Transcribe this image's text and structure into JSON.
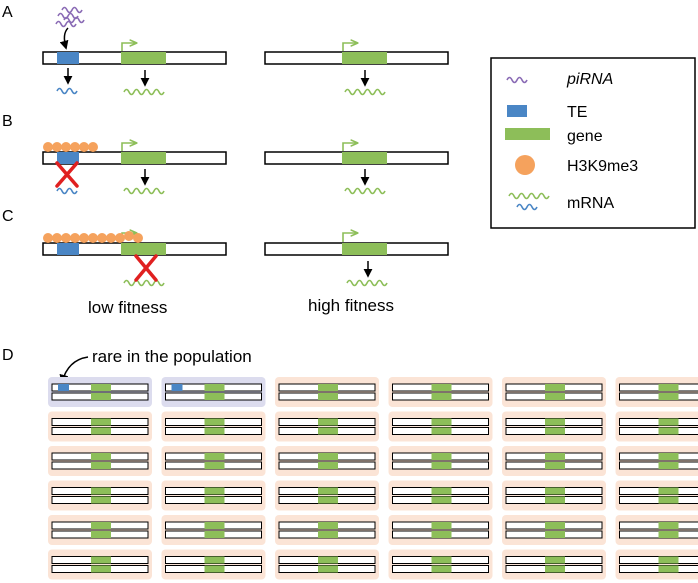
{
  "panels": {
    "a": "A",
    "b": "B",
    "c": "C",
    "d": "D"
  },
  "legend": {
    "pirna": "piRNA",
    "te": "TE",
    "gene": "gene",
    "h3k9me3": "H3K9me3",
    "mrna": "mRNA"
  },
  "fitness": {
    "low": "low fitness",
    "high": "high fitness"
  },
  "population": {
    "note": "rare in the population",
    "rows": 6,
    "columns": 6,
    "te_carriers": 2
  },
  "colors": {
    "te": "#4a86c5",
    "gene": "#8dbe59",
    "h3k9me3": "#f5a25d",
    "pirna": "#8a6bb5",
    "cross": "#e02020",
    "carrier_bg": "#dcdcee",
    "normal_bg": "#fbe4d6"
  }
}
